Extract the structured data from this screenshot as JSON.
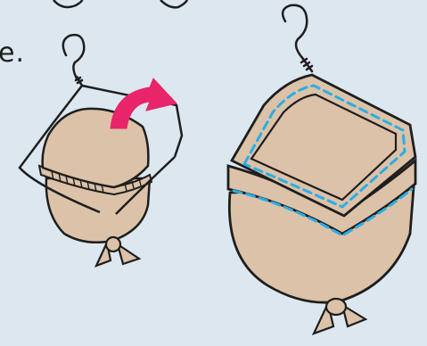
{
  "caption": {
    "tail_text": "e."
  },
  "colors": {
    "background": "#dde7f0",
    "bag_fill": "#dcc2a8",
    "outline": "#1e1e1e",
    "arrow": "#e8246a",
    "stitch": "#29aee6"
  },
  "illustrations": [
    {
      "name": "step-fold-over-bag",
      "icons": [
        "hanger-icon",
        "fold-over-arrow-icon",
        "tied-knot-icon"
      ]
    },
    {
      "name": "step-stitched-hanging-bag",
      "icons": [
        "hanger-icon",
        "stitch-line-icon",
        "tied-knot-icon"
      ]
    }
  ]
}
